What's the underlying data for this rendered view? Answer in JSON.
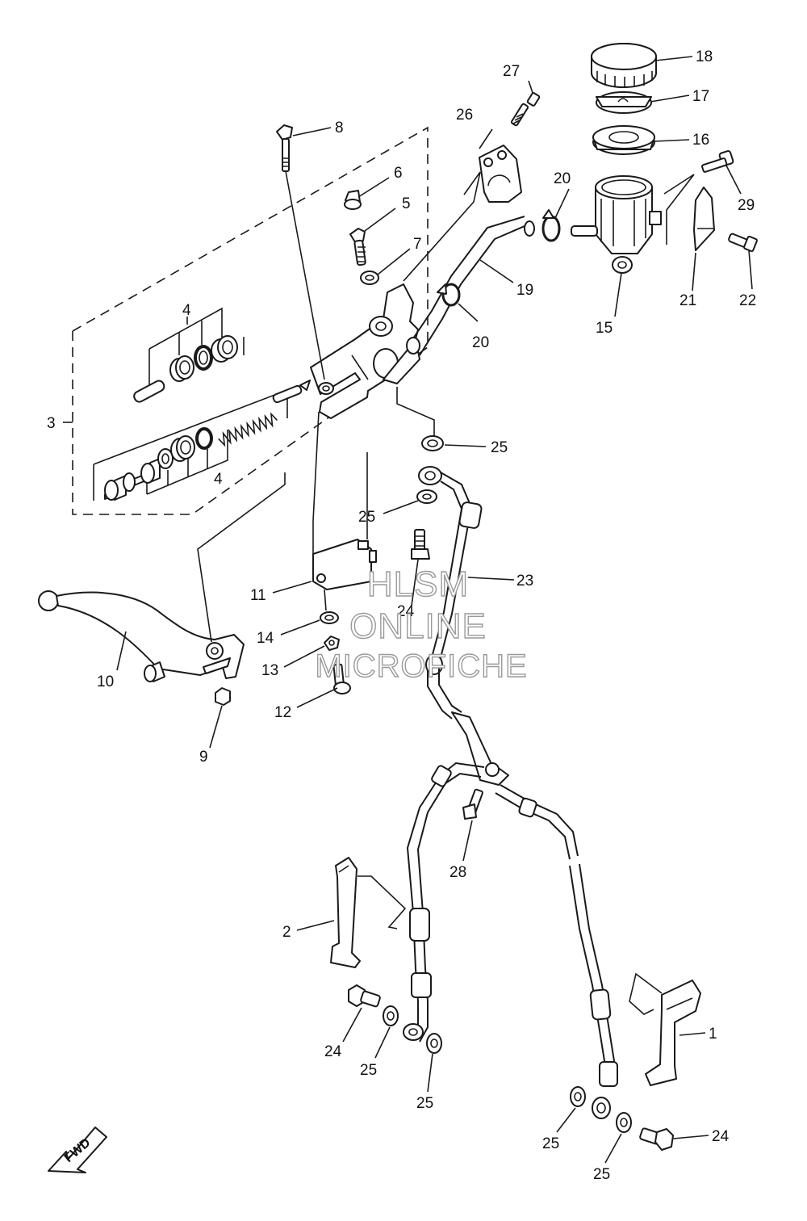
{
  "callouts": [
    {
      "id": "c1",
      "label": "1"
    },
    {
      "id": "c2",
      "label": "2"
    },
    {
      "id": "c3",
      "label": "3"
    },
    {
      "id": "c4a",
      "label": "4"
    },
    {
      "id": "c4b",
      "label": "4"
    },
    {
      "id": "c5",
      "label": "5"
    },
    {
      "id": "c6",
      "label": "6"
    },
    {
      "id": "c7",
      "label": "7"
    },
    {
      "id": "c8",
      "label": "8"
    },
    {
      "id": "c9",
      "label": "9"
    },
    {
      "id": "c10",
      "label": "10"
    },
    {
      "id": "c11",
      "label": "11"
    },
    {
      "id": "c12",
      "label": "12"
    },
    {
      "id": "c13",
      "label": "13"
    },
    {
      "id": "c14",
      "label": "14"
    },
    {
      "id": "c15",
      "label": "15"
    },
    {
      "id": "c16",
      "label": "16"
    },
    {
      "id": "c17",
      "label": "17"
    },
    {
      "id": "c18",
      "label": "18"
    },
    {
      "id": "c19",
      "label": "19"
    },
    {
      "id": "c20a",
      "label": "20"
    },
    {
      "id": "c20b",
      "label": "20"
    },
    {
      "id": "c21",
      "label": "21"
    },
    {
      "id": "c22",
      "label": "22"
    },
    {
      "id": "c23",
      "label": "23"
    },
    {
      "id": "c24a",
      "label": "24"
    },
    {
      "id": "c24b",
      "label": "24"
    },
    {
      "id": "c24c",
      "label": "24"
    },
    {
      "id": "c25a",
      "label": "25"
    },
    {
      "id": "c25b",
      "label": "25"
    },
    {
      "id": "c25c",
      "label": "25"
    },
    {
      "id": "c25d",
      "label": "25"
    },
    {
      "id": "c25e",
      "label": "25"
    },
    {
      "id": "c25f",
      "label": "25"
    },
    {
      "id": "c26",
      "label": "26"
    },
    {
      "id": "c27",
      "label": "27"
    },
    {
      "id": "c28",
      "label": "28"
    },
    {
      "id": "c29",
      "label": "29"
    }
  ],
  "watermark": {
    "line1": "HLSM",
    "line2": "ONLINE",
    "line3": "MICROFICHE"
  },
  "fwd_label": "FWD"
}
